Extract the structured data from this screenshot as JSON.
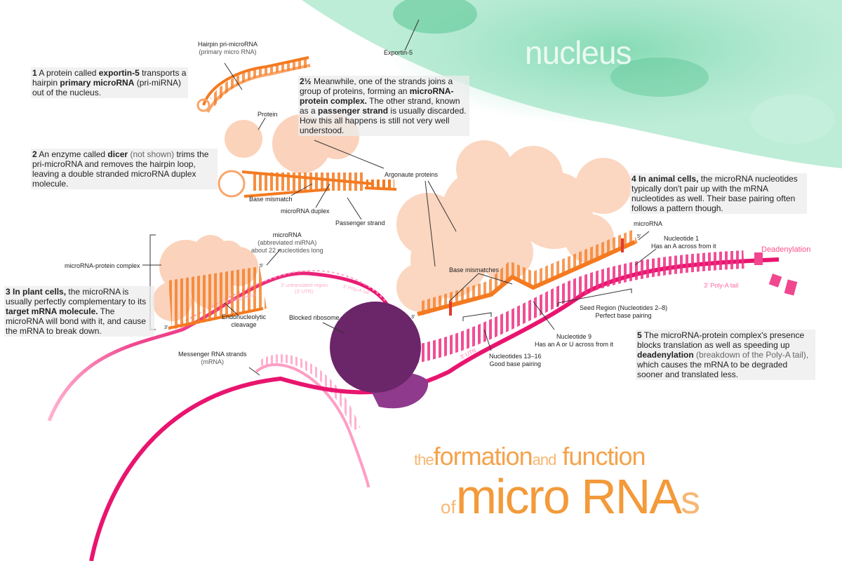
{
  "nucleus_label": "nucleus",
  "title": {
    "line1_the": "the",
    "line1_formation": "formation",
    "line1_and": "and",
    "line1_function": "function",
    "line2_of": "of",
    "line2_micro_rna": "micro RNA",
    "line2_s": "s"
  },
  "labels": {
    "exportin5": "Exportin-5",
    "hairpin_pri_mirna": "Hairpin pri-microRNA",
    "hairpin_pri_mirna_sub": "(primary micro RNA)",
    "protein": "Protein",
    "argonaute": "Argonaute proteins",
    "base_mismatch": "Base mismatch",
    "mirna_duplex": "microRNA duplex",
    "passenger_strand": "Passenger strand",
    "mirna_protein_complex": "microRNA-protein complex",
    "mirna_left": "microRNA",
    "mirna_left_sub1": "(abbreviated miRNA)",
    "mirna_left_sub2": "about 22 nucleotides long",
    "coding_region": "Coding region",
    "utr_small": "3' untranslated region",
    "utr_small2": "(3' UTR)",
    "polya_small": "3' Poly-A tail",
    "endonucleolytic": "Endonucleolytic",
    "endonucleolytic2": "cleavage",
    "messenger_rna": "Messenger RNA strands",
    "messenger_rna_sub": "(mRNA)",
    "blocked_ribosome": "Blocked ribosome",
    "base_mismatches": "Base mismatches",
    "mirna_right": "microRNA",
    "nucleotide1": "Nucleotide 1",
    "nucleotide1_sub": "Has an A across from it",
    "deadenylation": "Deadenylation",
    "polya_tail": "3' Poly-A tail",
    "seed_region": "Seed Region (Nucleotides 2–8)",
    "seed_region_sub": "Perfect base pairing",
    "nucleotide9": "Nucleotide 9",
    "nucleotide9_sub": "Has an A or U across from it",
    "nucleotides1316": "Nucleotides 13–16",
    "nucleotides1316_sub": "Good base pairing",
    "utr_3": "3' UTR",
    "five_prime": "5'",
    "three_prime": "3'"
  },
  "notes": {
    "n1_num": "1",
    "n1_a": "A protein called ",
    "n1_b": "exportin-5",
    "n1_c": " transports a hairpin ",
    "n1_d": "primary microRNA",
    "n1_e": " (pri-miRNA)",
    "n1_f": " out of the nucleus.",
    "n2_num": "2",
    "n2_a": "An enzyme called ",
    "n2_b": "dicer",
    "n2_c": " (not shown)",
    "n2_d": " trims the pri-microRNA and removes the hairpin loop, leaving a double stranded microRNA duplex molecule.",
    "n25_num": "2½",
    "n25_a": "Meanwhile, one of the strands joins a group of proteins, forming an ",
    "n25_b": "microRNA-protein complex.",
    "n25_c": " The other strand, known as a ",
    "n25_d": "passenger strand",
    "n25_e": " is usually discarded.",
    "n25_f": "How this all happens is still not very well understood.",
    "n3_num": "3",
    "n3_a": "In plant cells,",
    "n3_b": " the microRNA is usually perfectly complementary to its ",
    "n3_c": "target mRNA molecule.",
    "n3_d": " The microRNA will bond with it, and cause the mRNA to break down.",
    "n4_num": "4",
    "n4_a": "In animal cells,",
    "n4_b": " the microRNA nucleotides typically don't pair up with the mRNA nucleotides as well. Their base pairing often follows a pattern though.",
    "n5_num": "5",
    "n5_a": "The microRNA-protein complex's presence blocks translation as well as speeding up ",
    "n5_b": "deadenylation",
    "n5_c": " (breakdown of the Poly-A tail),",
    "n5_d": " which causes the mRNA to be degraded sooner and translated less."
  },
  "colors": {
    "nucleus_green": "#7fd9b2",
    "protein_peach": "#f9b58e",
    "mirna_orange": "#f47a20",
    "mrna_pink": "#e8156f",
    "ribosome_purple": "#6b2569",
    "title_orange": "#f39a3a"
  }
}
